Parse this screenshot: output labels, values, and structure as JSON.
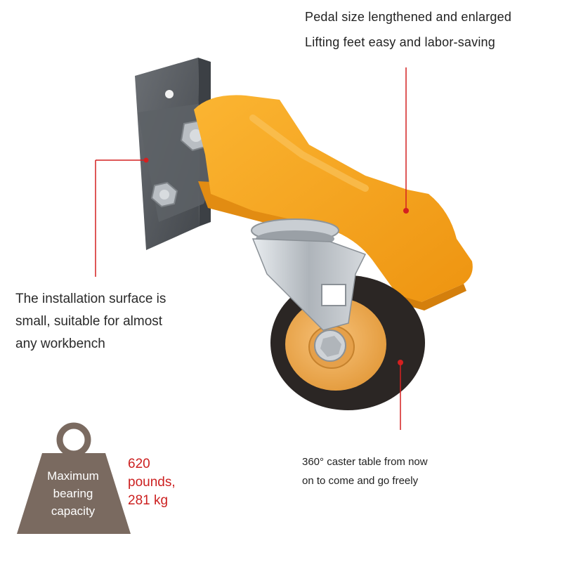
{
  "callouts": {
    "pedal_line1": "Pedal size lengthened and enlarged",
    "pedal_line2": "Lifting feet easy and labor-saving",
    "installation_line1": "The installation surface is",
    "installation_line2": "small, suitable for almost",
    "installation_line3": "any workbench",
    "caster_line1": "360° caster table from now",
    "caster_line2": "on to come and go freely"
  },
  "weight_badge": {
    "label_line1": "Maximum",
    "label_line2": "bearing",
    "label_line3": "capacity",
    "value_line1": "620",
    "value_line2": "pounds,",
    "value_line3": "281 kg"
  },
  "colors": {
    "pedal_orange": "#f5a21b",
    "wheel_orange": "#f0a646",
    "plate_gray": "#55595e",
    "weight_brown": "#7a6a60",
    "callout_red": "#d42020",
    "tire_dark": "#2b2624"
  }
}
